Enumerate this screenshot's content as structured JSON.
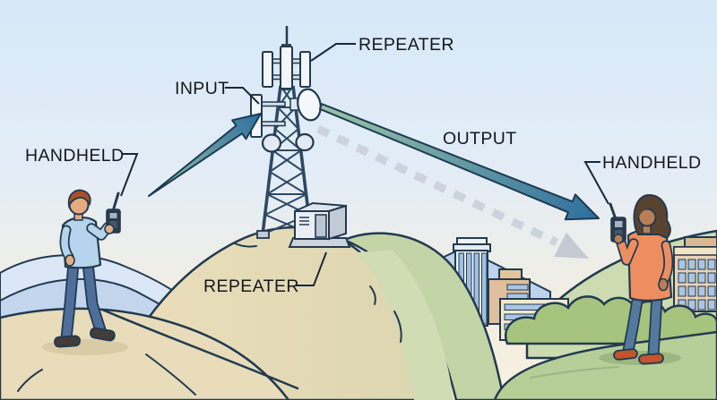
{
  "labels": {
    "repeater_top": "REPEATER",
    "input": "INPUT",
    "output": "OUTPUT",
    "handheld_left": "HANDHELD",
    "handheld_right": "HANDHELD",
    "repeater_cabinet": "REPEATER"
  },
  "colors": {
    "arrow_gradient_start_green": "#9cc6a4",
    "arrow_gradient_end_blue": "#2e6f9f",
    "dashed_signal_gray": "#ccd3dc",
    "outline_ink": "#223a50",
    "sky_top": "#d6e8f8",
    "sky_horizon": "#f6efdf",
    "hill_tan": "#e8dcba",
    "hill_green": "#c3d4a6",
    "label_text": "#14181c"
  }
}
